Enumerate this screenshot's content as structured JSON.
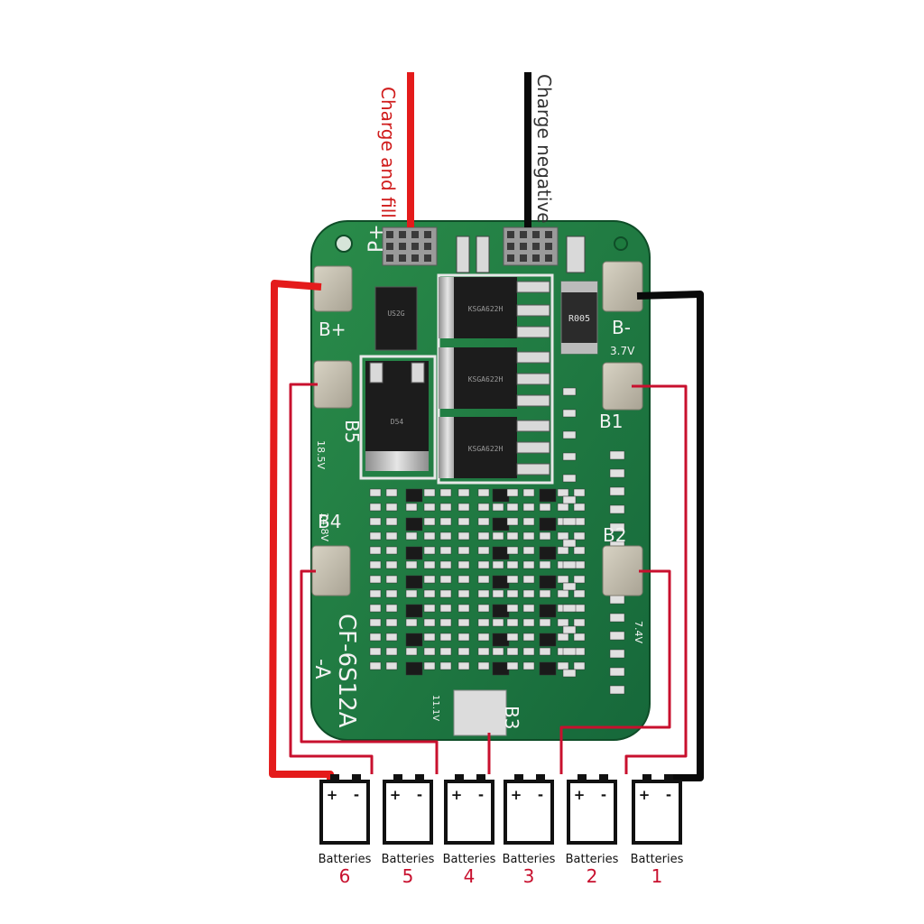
{
  "wire_labels": {
    "positive": "Charge and fill",
    "negative": "Charge negative"
  },
  "board": {
    "model_line1": "CF-6S12A",
    "model_line2": "-A",
    "terminals": {
      "p_plus": "P+",
      "b_plus": "B+",
      "b_minus": "B-",
      "b5": "B5",
      "b4": "B4",
      "b3": "B3",
      "b2": "B2",
      "b1": "B1"
    },
    "voltages": {
      "b1": "3.7V",
      "b5": "18.5V",
      "b4": "14.8V",
      "b3": "11.1V",
      "b2": "7.4V"
    },
    "chips": {
      "bridge": "US2G",
      "shunt": "R005",
      "mosfet": "KSGA622H",
      "mosfet_sub": "D54"
    }
  },
  "batteries": [
    {
      "label": "Batteries",
      "number": "6",
      "plus": "+",
      "minus": "-"
    },
    {
      "label": "Batteries",
      "number": "5",
      "plus": "+",
      "minus": "-"
    },
    {
      "label": "Batteries",
      "number": "4",
      "plus": "+",
      "minus": "-"
    },
    {
      "label": "Batteries",
      "number": "3",
      "plus": "+",
      "minus": "-"
    },
    {
      "label": "Batteries",
      "number": "2",
      "plus": "+",
      "minus": "-"
    },
    {
      "label": "Batteries",
      "number": "1",
      "plus": "+",
      "minus": "-"
    }
  ],
  "colors": {
    "positive_wire": "#e41b1b",
    "negative_wire": "#0a0a0a",
    "balance_wire": "#c8102e",
    "pcb": "#1d7a3e",
    "pad": "#c9c4b5",
    "silkscreen": "#f2f2f2"
  }
}
